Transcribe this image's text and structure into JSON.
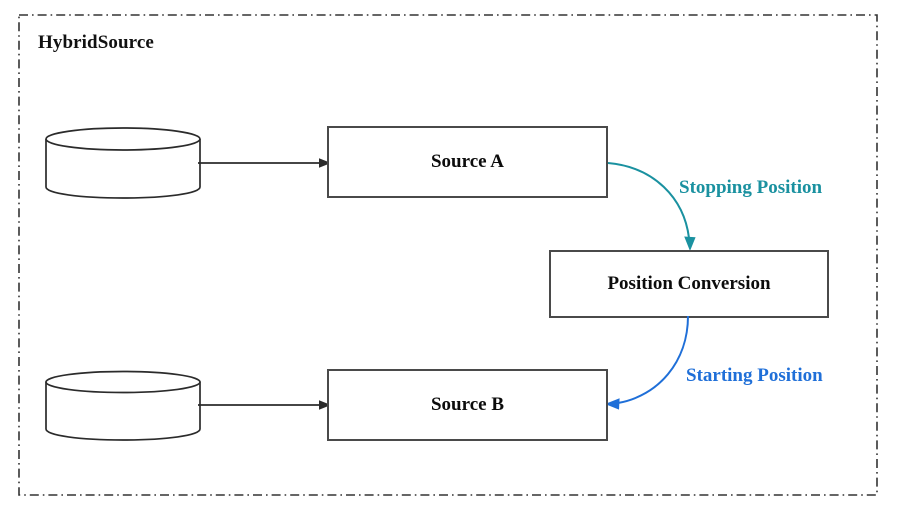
{
  "diagram": {
    "title": "HybridSource",
    "container": {
      "name": "HybridSource",
      "border_style": "dash-dot",
      "border_color": "#333333"
    },
    "nodes": [
      {
        "id": "datastore-a",
        "label": "",
        "type": "cylinder"
      },
      {
        "id": "source-a",
        "label": "Source A",
        "type": "process-box"
      },
      {
        "id": "position-conversion",
        "label": "Position Conversion",
        "type": "process-box"
      },
      {
        "id": "datastore-b",
        "label": "",
        "type": "cylinder"
      },
      {
        "id": "source-b",
        "label": "Source B",
        "type": "process-box"
      }
    ],
    "boxes": {
      "source_a": "Source A",
      "position_conversion": "Position Conversion",
      "source_b": "Source B"
    },
    "edges": [
      {
        "id": "edge-datastore-a-to-source-a",
        "from": "datastore-a",
        "to": "source-a",
        "label": "",
        "color": "#2b2b2b",
        "style": "straight"
      },
      {
        "id": "edge-source-a-to-conversion",
        "from": "source-a",
        "to": "position-conversion",
        "label": "Stopping Position",
        "color": "#1a91a0",
        "style": "curved"
      },
      {
        "id": "edge-conversion-to-source-b",
        "from": "position-conversion",
        "to": "source-b",
        "label": "Starting Position",
        "color": "#1f6fd8",
        "style": "curved"
      },
      {
        "id": "edge-datastore-b-to-source-b",
        "from": "datastore-b",
        "to": "source-b",
        "label": "",
        "color": "#2b2b2b",
        "style": "straight"
      }
    ],
    "labels": {
      "stopping_position": "Stopping Position",
      "starting_position": "Starting Position"
    },
    "colors": {
      "teal": "#1a91a0",
      "blue": "#1f6fd8",
      "box_border": "#4a4a4a",
      "text": "#0c0c0c",
      "background": "#ffffff"
    }
  }
}
